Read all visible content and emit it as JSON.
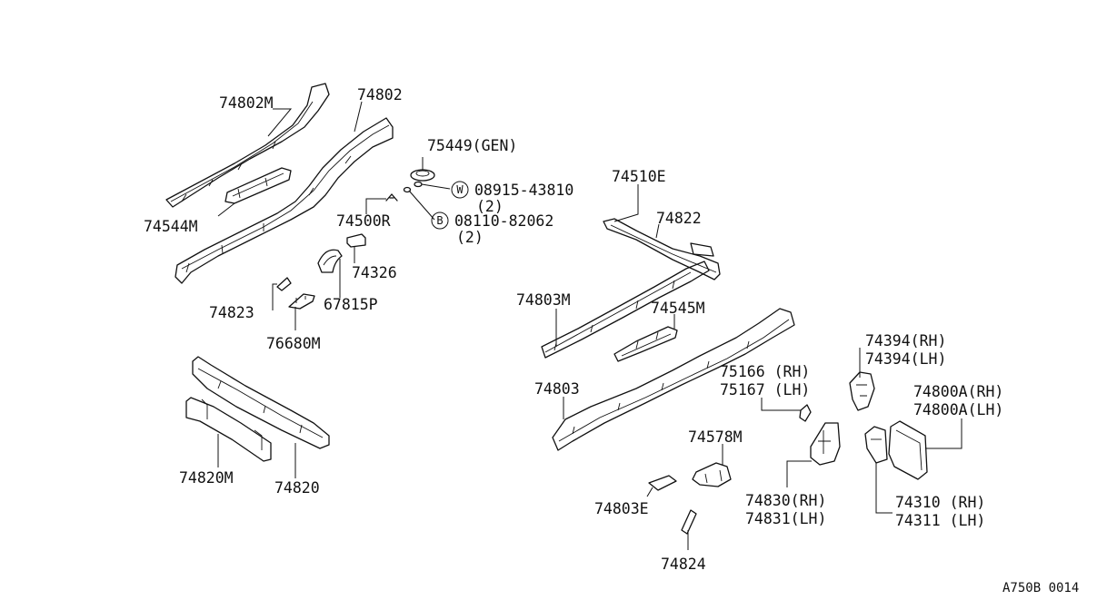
{
  "labels": {
    "p74802M": "74802M",
    "p74802": "74802",
    "p74544M": "74544M",
    "p75449": "75449(GEN)",
    "p08915": "08915-43810",
    "p08915q": "(2)",
    "p74500R": "74500R",
    "p08110": "08110-82062",
    "p08110q": "(2)",
    "p74326": "74326",
    "p74823": "74823",
    "p67815P": "67815P",
    "p76680M": "76680M",
    "p74820M": "74820M",
    "p74820": "74820",
    "p74510E": "74510E",
    "p74822": "74822",
    "p74803M": "74803M",
    "p74545M": "74545M",
    "p74803": "74803",
    "p74394RH": "74394(RH)",
    "p74394LH": "74394(LH)",
    "p75166": "75166 (RH)",
    "p75167": "75167 (LH)",
    "p74800ARH": "74800A(RH)",
    "p74800ALH": "74800A(LH)",
    "p74578M": "74578M",
    "p74830": "74830(RH)",
    "p74831": "74831(LH)",
    "p74310": "74310 (RH)",
    "p74311": "74311 (LH)",
    "p74803E": "74803E",
    "p74824": "74824"
  },
  "symbols": {
    "washer": "W",
    "bolt": "B"
  },
  "footer": {
    "code": "A750B 0014"
  }
}
